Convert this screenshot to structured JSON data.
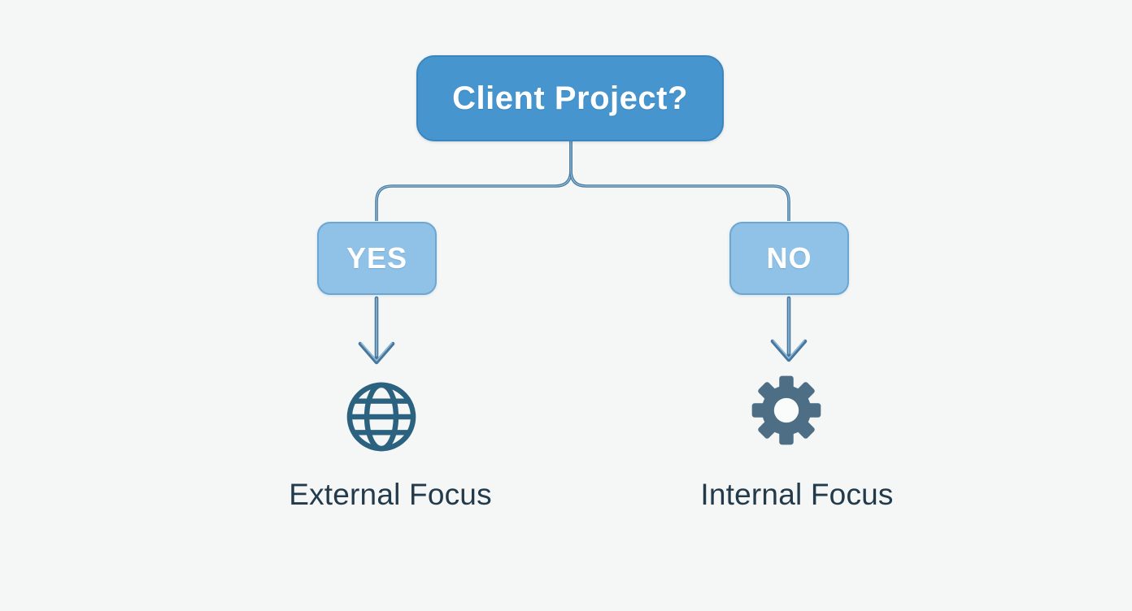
{
  "flowchart": {
    "root": {
      "label": "Client Project?"
    },
    "branches": [
      {
        "decision": "YES",
        "icon": "globe-icon",
        "outcome": "External Focus"
      },
      {
        "decision": "NO",
        "icon": "gear-icon",
        "outcome": "Internal Focus"
      }
    ],
    "colors": {
      "background": "#f5f6f6",
      "root_fill": "#4695ce",
      "root_border": "#3b86bd",
      "branch_fill": "#8fc2e6",
      "branch_border": "#6ca6d3",
      "connector": "#47779c",
      "connector_highlight": "#94c0dc",
      "outcome_text": "#233a4b",
      "globe_icon": "#2b6280",
      "gear_icon": "#4d6e84",
      "node_text": "#ffffff"
    }
  }
}
